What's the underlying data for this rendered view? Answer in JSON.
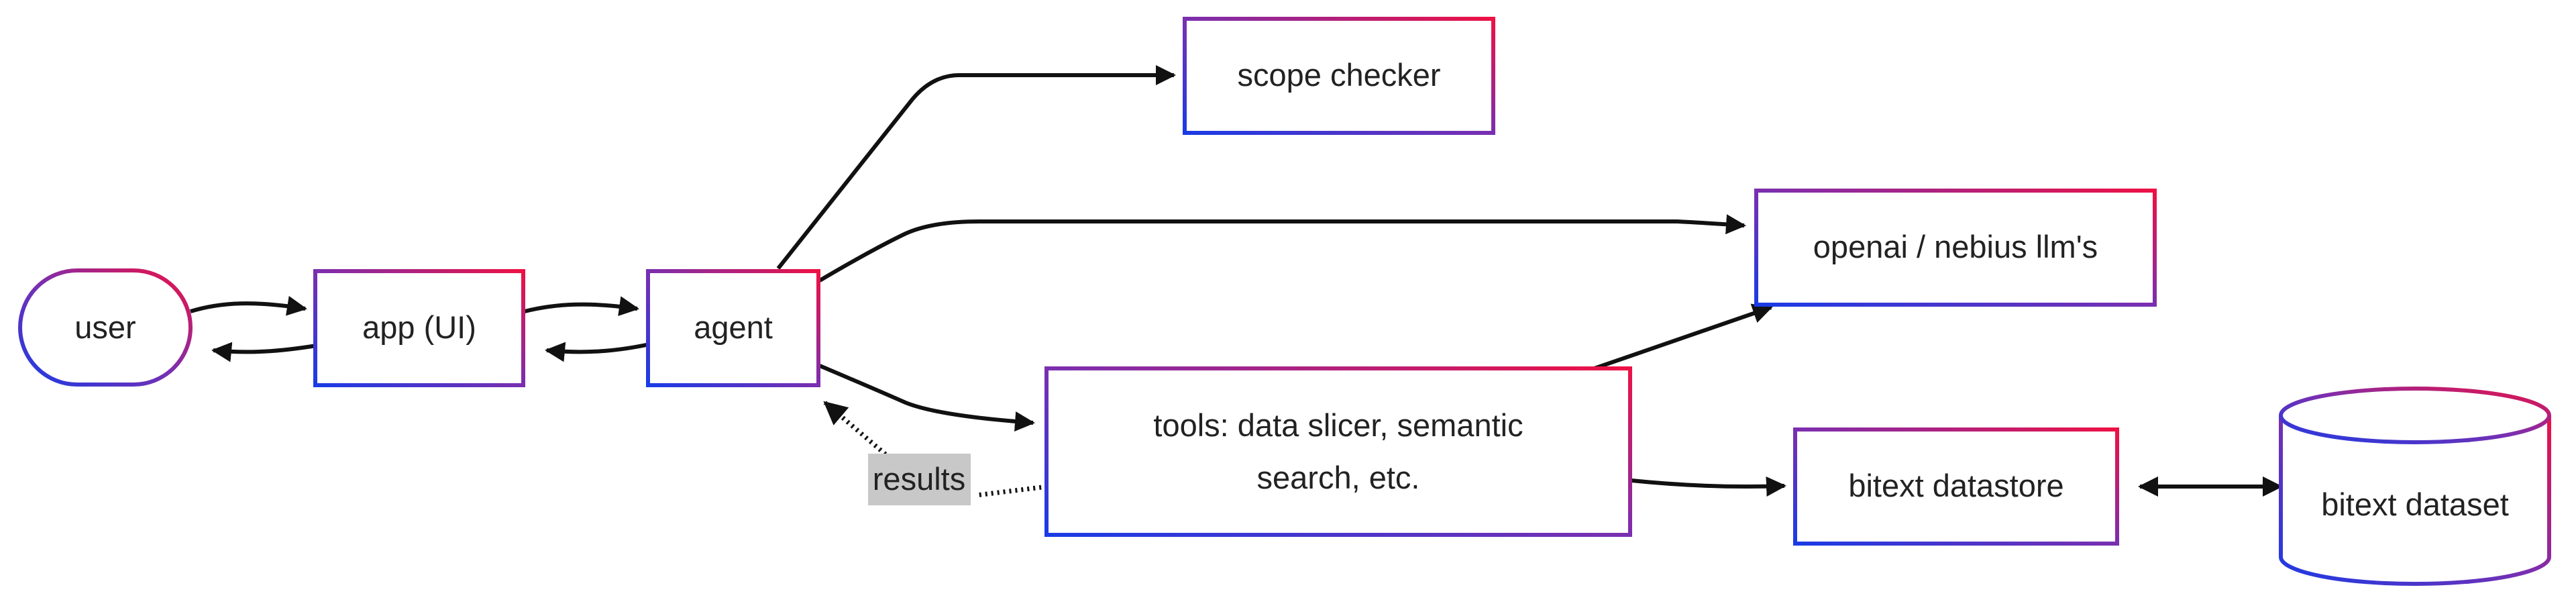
{
  "diagram": {
    "nodes": {
      "user": "user",
      "app": "app (UI)",
      "agent": "agent",
      "scope_checker": "scope checker",
      "llms": "openai / nebius llm's",
      "tools_line1": "tools: data slicer, semantic",
      "tools_line2": "search, etc.",
      "datastore": "bitext datastore",
      "dataset": "bitext dataset"
    },
    "edge_labels": {
      "results": "results"
    },
    "colors": {
      "gradient_start": "#1a3be6",
      "gradient_mid": "#7a2fb0",
      "gradient_end": "#ee1144",
      "arrow": "#111111",
      "label_background": "#c8c8c8"
    }
  }
}
